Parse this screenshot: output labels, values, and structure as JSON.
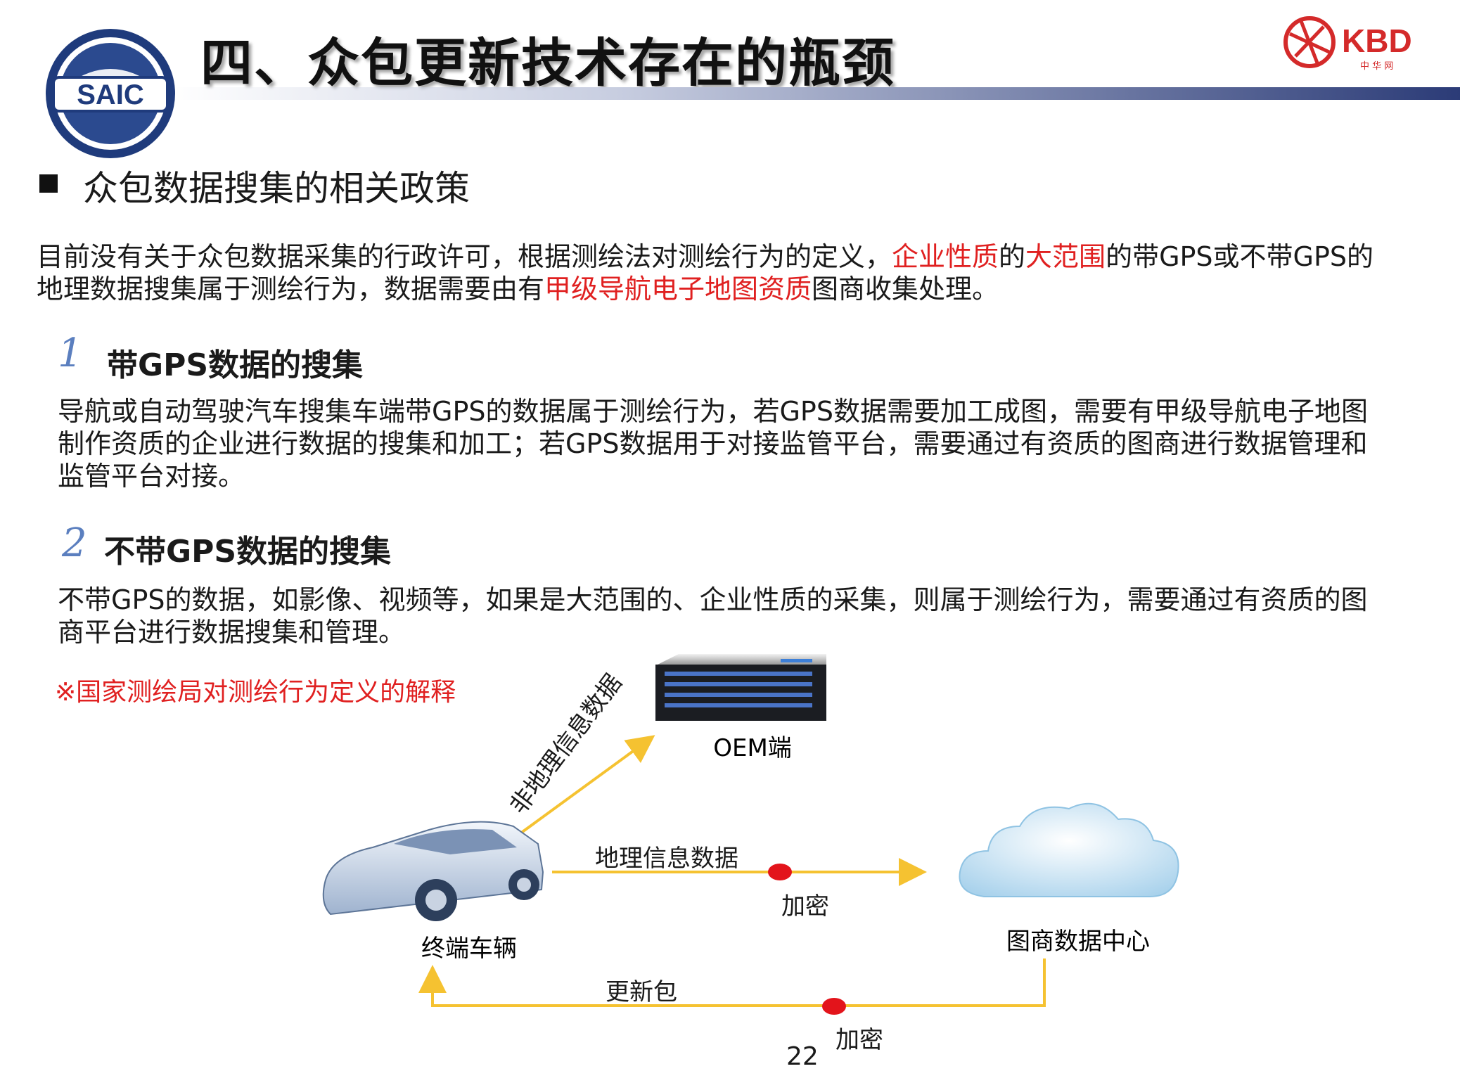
{
  "header": {
    "title": "四、众包更新技术存在的瓶颈",
    "saic_logo_text": "SAIC",
    "kbd_logo_text": "KBD",
    "kbd_logo_subtext": "中 华 网"
  },
  "section": {
    "title": "众包数据搜集的相关政策"
  },
  "intro": {
    "p1": "目前没有关于众包数据采集的行政许可，根据测绘法对测绘行为的定义，",
    "h1": "企业性质",
    "p2": "的",
    "h2": "大范围",
    "p3": "的带GPS或不带GPS的地理数据搜集属于测绘行为，数据需要由有",
    "h3": "甲级导航电子地图资质",
    "p4": "图商收集处理。"
  },
  "items": [
    {
      "number": "1",
      "title": "带GPS数据的搜集",
      "body": "导航或自动驾驶汽车搜集车端带GPS的数据属于测绘行为，若GPS数据需要加工成图，需要有甲级导航电子地图制作资质的企业进行数据的搜集和加工；若GPS数据用于对接监管平台，需要通过有资质的图商进行数据管理和监管平台对接。"
    },
    {
      "number": "2",
      "title": "不带GPS数据的搜集",
      "body": "不带GPS的数据，如影像、视频等，如果是大范围的、企业性质的采集，则属于测绘行为，需要通过有资质的图商平台进行数据搜集和管理。"
    }
  ],
  "note": "※国家测绘局对测绘行为定义的解释",
  "diagram": {
    "server_label": "OEM端",
    "arrow_non_geo": "非地理信息数据",
    "arrow_geo": "地理信息数据",
    "encrypt_1": "加密",
    "vehicle_label": "终端车辆",
    "cloud_label": "图商数据中心",
    "update_package": "更新包",
    "encrypt_2": "加密",
    "colors": {
      "arrow": "#f5c231",
      "dot": "#e3141b",
      "highlight": "#e02020"
    }
  },
  "page_number": "22"
}
